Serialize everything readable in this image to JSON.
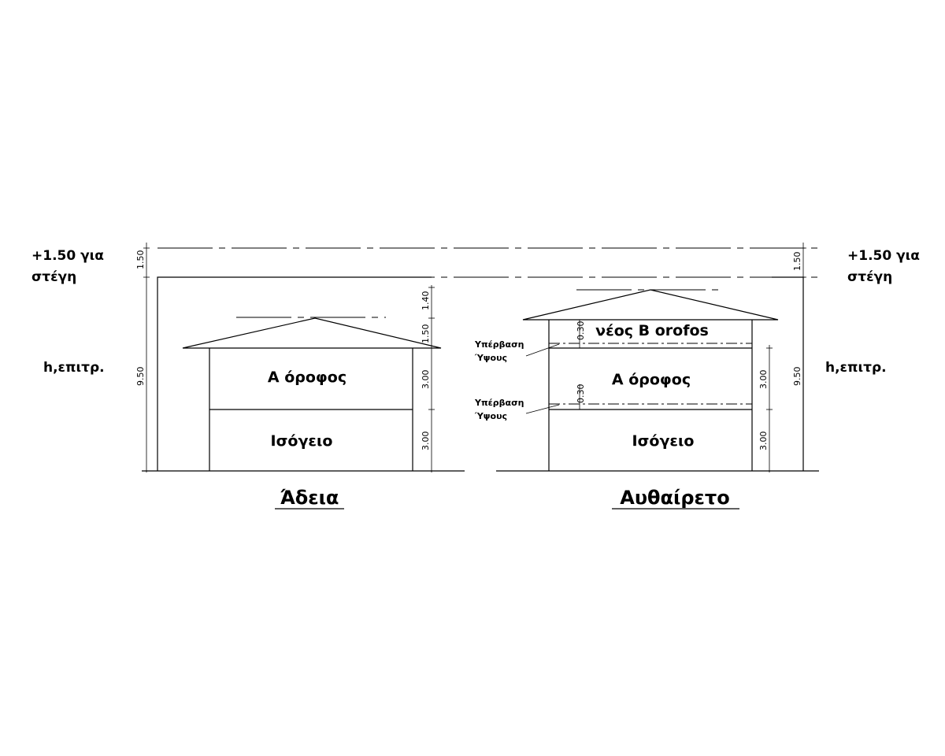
{
  "labels": {
    "roof_allowance_left": [
      "+1.50 για",
      "στέγη"
    ],
    "roof_allowance_right": [
      "+1.50 για",
      "στέγη"
    ],
    "height_allowed_left": "h,επιτρ.",
    "height_allowed_right": "h,επιτρ."
  },
  "permit": {
    "title": "Άδεια",
    "first_floor": "Α όροφος",
    "ground_floor": "Ισόγειο"
  },
  "unauthorized": {
    "title": "Αυθαίρετο",
    "new_floor": "νέος Β orofos",
    "first_floor": "Α όροφος",
    "ground_floor": "Ισόγειο",
    "excess_note_upper": [
      "Υπέρβαση",
      "Ύψους"
    ],
    "excess_note_lower": [
      "Υπέρβαση",
      "Ύψους"
    ]
  },
  "dimensions": {
    "left_roof": "1.50",
    "left_total": "9.50",
    "permit_top": "1.40",
    "permit_roof": "1.50",
    "permit_first": "3.00",
    "permit_ground": "3.00",
    "excess_upper": "0.30",
    "excess_lower": "0.30",
    "right_roof": "1.50",
    "right_total": "9.50",
    "unauth_first": "3.00",
    "unauth_ground": "3.00"
  }
}
